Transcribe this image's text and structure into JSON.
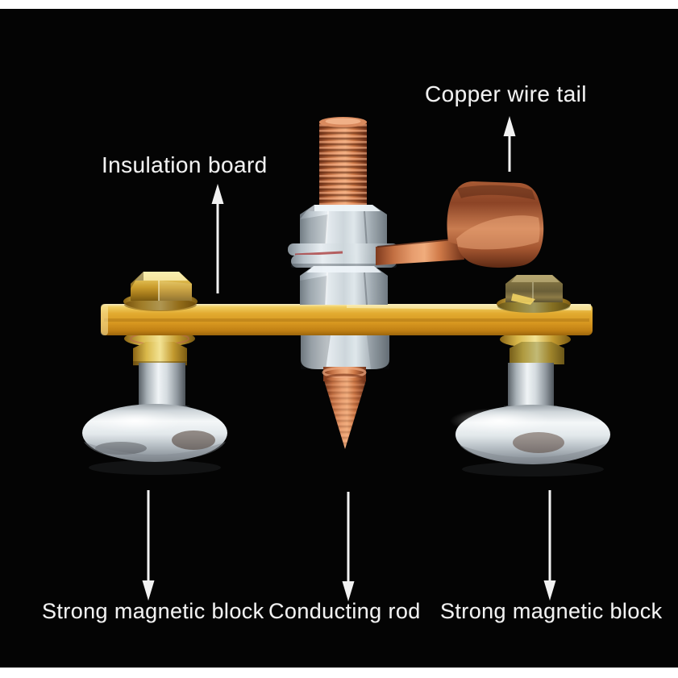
{
  "labels": {
    "copper_wire_tail": "Copper wire tail",
    "insulation_board": "Insulation board",
    "strong_magnetic_block_left": "Strong magnetic block",
    "conducting_rod": "Conducting rod",
    "strong_magnetic_block_right": "Strong magnetic block"
  },
  "colors": {
    "background": "#040404",
    "letterbox_bar": "#ffffff",
    "label_text": "#f2f2f2",
    "arrow_white": "#f2f2f2",
    "insulation_board_yellow": "#e2ab30",
    "copper": "#c26f42",
    "steel_nut_silver": "#cdd6db",
    "brass_bolt_gold": "#d9b84a",
    "bronze_bolt_olive": "#7d6f40",
    "magnet_chrome": "#e2e8eb"
  }
}
